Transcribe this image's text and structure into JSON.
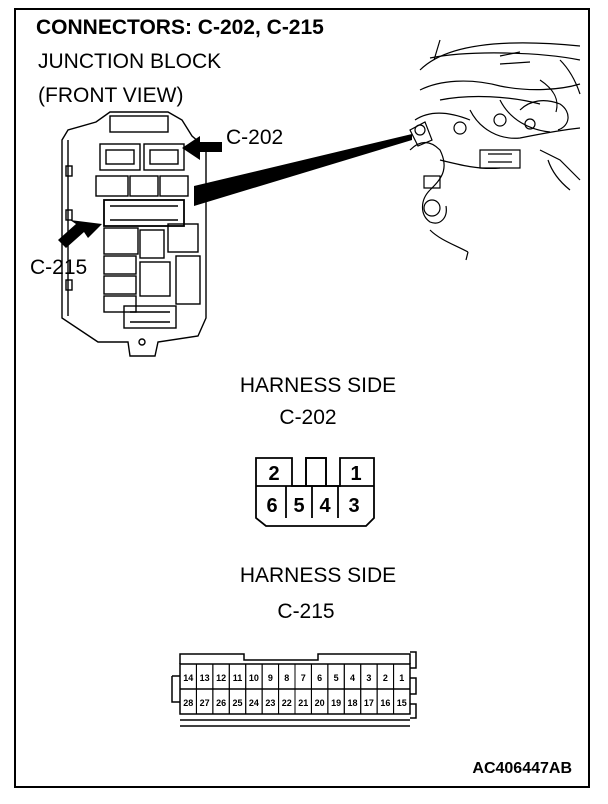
{
  "title": "CONNECTORS: C-202, C-215",
  "subtitle_1": "JUNCTION BLOCK",
  "subtitle_2": "(FRONT VIEW)",
  "callouts": {
    "c202": "C-202",
    "c215": "C-215"
  },
  "harness_c202": {
    "heading": "HARNESS SIDE",
    "name": "C-202",
    "top_pins": [
      "2",
      "1"
    ],
    "bottom_pins": [
      "6",
      "5",
      "4",
      "3"
    ]
  },
  "harness_c215": {
    "heading": "HARNESS SIDE",
    "name": "C-215",
    "top_pins": [
      "14",
      "13",
      "12",
      "11",
      "10",
      "9",
      "8",
      "7",
      "6",
      "5",
      "4",
      "3",
      "2",
      "1"
    ],
    "bottom_pins": [
      "28",
      "27",
      "26",
      "25",
      "24",
      "23",
      "22",
      "21",
      "20",
      "19",
      "18",
      "17",
      "16",
      "15"
    ]
  },
  "figure_code": "AC406447AB"
}
